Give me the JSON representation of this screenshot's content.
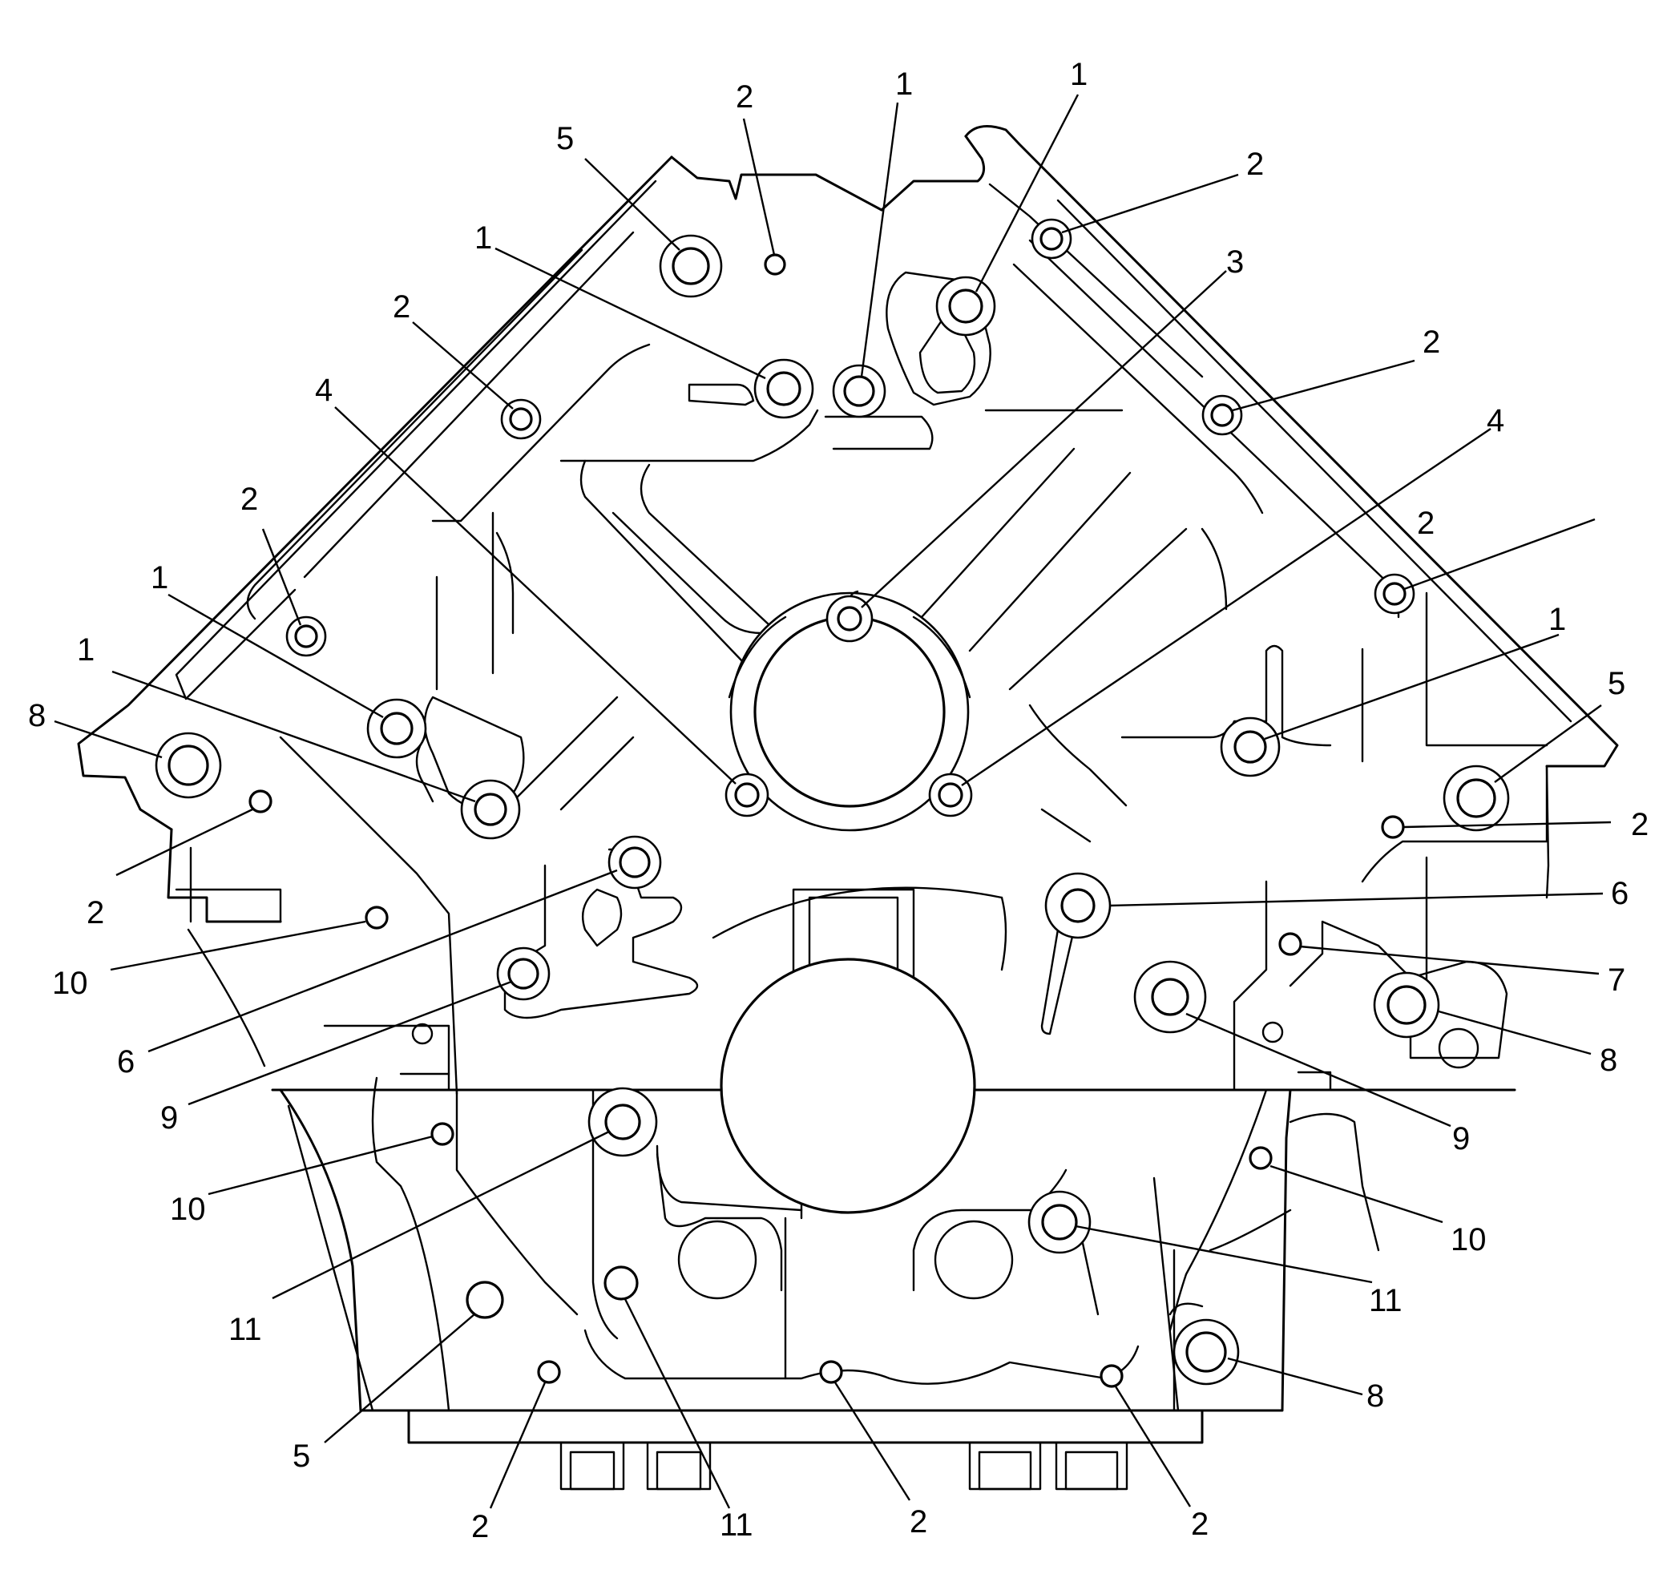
{
  "diagram": {
    "callouts": [
      {
        "id": "c-top-1a",
        "label": "1"
      },
      {
        "id": "c-top-1b",
        "label": "1"
      },
      {
        "id": "c-top-2a",
        "label": "2"
      },
      {
        "id": "c-top-5",
        "label": "5"
      },
      {
        "id": "c-top-2b",
        "label": "2"
      },
      {
        "id": "c-top-3",
        "label": "3"
      },
      {
        "id": "c-top-2c",
        "label": "2"
      },
      {
        "id": "c-top-4",
        "label": "4"
      },
      {
        "id": "c-left-1",
        "label": "1"
      },
      {
        "id": "c-left-2a",
        "label": "2"
      },
      {
        "id": "c-left-4",
        "label": "4"
      },
      {
        "id": "c-left-2b",
        "label": "2"
      },
      {
        "id": "c-left-1b",
        "label": "1"
      },
      {
        "id": "c-left-1c",
        "label": "1"
      },
      {
        "id": "c-left-8",
        "label": "8"
      },
      {
        "id": "c-left-2c",
        "label": "2"
      },
      {
        "id": "c-left-10a",
        "label": "10"
      },
      {
        "id": "c-left-6",
        "label": "6"
      },
      {
        "id": "c-left-9",
        "label": "9"
      },
      {
        "id": "c-left-10b",
        "label": "10"
      },
      {
        "id": "c-left-11",
        "label": "11"
      },
      {
        "id": "c-left-5",
        "label": "5"
      },
      {
        "id": "c-bot-2a",
        "label": "2"
      },
      {
        "id": "c-bot-11",
        "label": "11"
      },
      {
        "id": "c-bot-2b",
        "label": "2"
      },
      {
        "id": "c-bot-2c",
        "label": "2"
      },
      {
        "id": "c-right-2a",
        "label": "2"
      },
      {
        "id": "c-right-1",
        "label": "1"
      },
      {
        "id": "c-right-5",
        "label": "5"
      },
      {
        "id": "c-right-2b",
        "label": "2"
      },
      {
        "id": "c-right-6",
        "label": "6"
      },
      {
        "id": "c-right-7",
        "label": "7"
      },
      {
        "id": "c-right-8a",
        "label": "8"
      },
      {
        "id": "c-right-9",
        "label": "9"
      },
      {
        "id": "c-right-10",
        "label": "10"
      },
      {
        "id": "c-right-11",
        "label": "11"
      },
      {
        "id": "c-right-8b",
        "label": "8"
      }
    ]
  }
}
